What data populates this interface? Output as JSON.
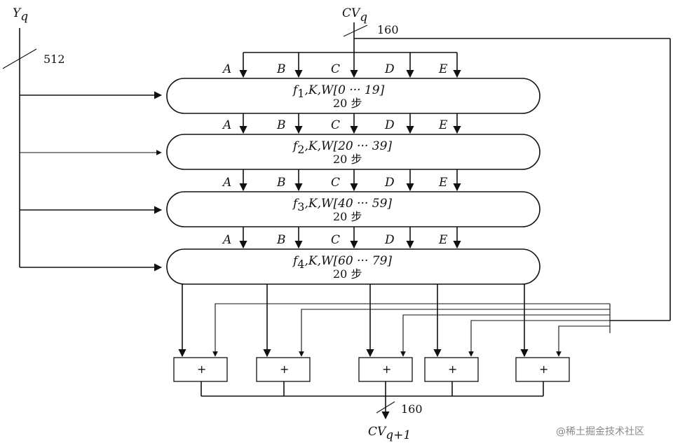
{
  "inputs": {
    "y_label": "Y",
    "y_sub": "q",
    "y_width": "512",
    "cv_label": "CV",
    "cv_sub": "q",
    "cv_width": "160"
  },
  "regs": [
    "A",
    "B",
    "C",
    "D",
    "E"
  ],
  "rounds": [
    {
      "f": "f",
      "sub": "1",
      "rest": ",K,W[0 ··· 19]",
      "steps": "20 步"
    },
    {
      "f": "f",
      "sub": "2",
      "rest": ",K,W[20 ··· 39]",
      "steps": "20 步"
    },
    {
      "f": "f",
      "sub": "3",
      "rest": ",K,W[40 ··· 59]",
      "steps": "20 步"
    },
    {
      "f": "f",
      "sub": "4",
      "rest": ",K,W[60 ··· 79]",
      "steps": "20 步"
    }
  ],
  "adders": [
    "+",
    "+",
    "+",
    "+",
    "+"
  ],
  "output": {
    "cv_label": "CV",
    "cv_sub": "q+1",
    "cv_width": "160"
  },
  "watermark": "@稀土掘金技术社区"
}
